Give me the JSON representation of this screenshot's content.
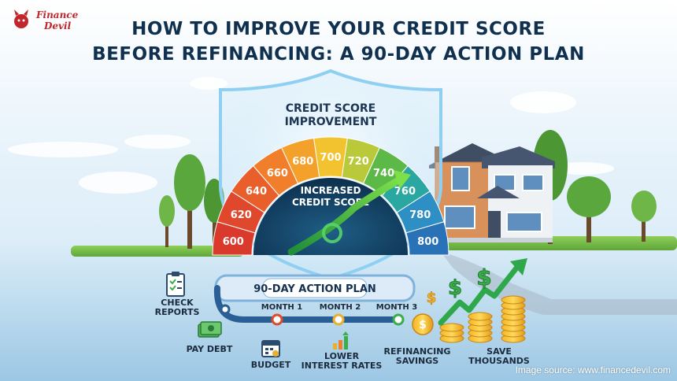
{
  "brand": {
    "name_line1": "Finance",
    "name_line2": "Devil",
    "color": "#c0262c"
  },
  "header": {
    "title_line1": "HOW TO IMPROVE YOUR CREDIT SCORE",
    "title_line2": "BEFORE REFINANCING: A 90-DAY ACTION PLAN"
  },
  "gauge": {
    "heading_line1": "CREDIT SCORE",
    "heading_line2": "IMPROVEMENT",
    "center_line1": "INCREASED",
    "center_line2": "CREDIT SCORE",
    "ticks": [
      {
        "label": "600",
        "color": "#d93a2b"
      },
      {
        "label": "620",
        "color": "#e0482d"
      },
      {
        "label": "640",
        "color": "#e85f2c"
      },
      {
        "label": "660",
        "color": "#f07e2b"
      },
      {
        "label": "680",
        "color": "#f4a12c"
      },
      {
        "label": "700",
        "color": "#f2c22f"
      },
      {
        "label": "720",
        "color": "#b9c93a"
      },
      {
        "label": "740",
        "color": "#5cb947"
      },
      {
        "label": "760",
        "color": "#2aa7a0"
      },
      {
        "label": "780",
        "color": "#2e8fc5"
      },
      {
        "label": "800",
        "color": "#2a72b8"
      }
    ]
  },
  "plan": {
    "banner": "90-DAY ACTION PLAN",
    "months": [
      "MONTH 1",
      "MONTH 2",
      "MONTH 3"
    ]
  },
  "steps": {
    "check_line1": "CHECK",
    "check_line2": "REPORTS",
    "pay_debt": "PAY DEBT",
    "budget": "BUDGET",
    "lower_line1": "LOWER",
    "lower_line2": "INTEREST RATES",
    "refi_line1": "REFINANCING",
    "refi_line2": "SAVINGS",
    "save_line1": "SAVE",
    "save_line2": "THOUSANDS"
  },
  "icons": {
    "dollar": "$"
  },
  "footer": {
    "image_source": "Image source: www.financedevil.com"
  }
}
